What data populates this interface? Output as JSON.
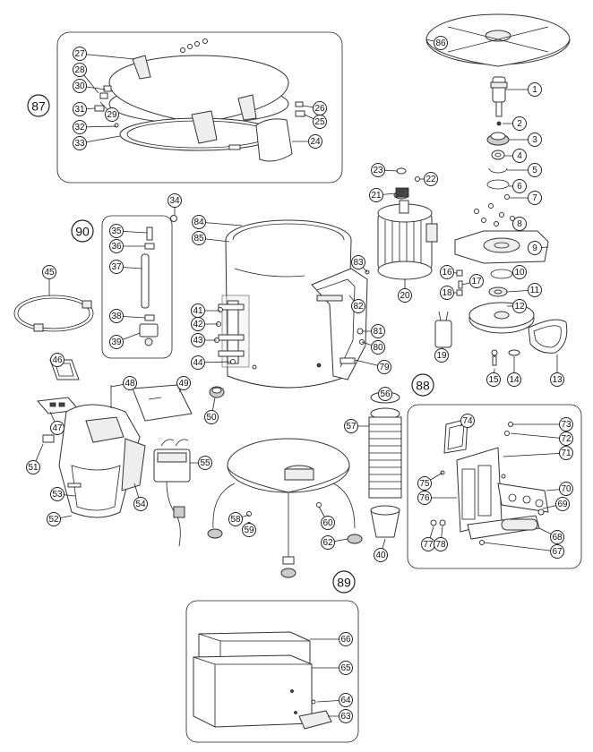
{
  "groups": [
    {
      "id": "87"
    },
    {
      "id": "88"
    },
    {
      "id": "89"
    },
    {
      "id": "90"
    }
  ],
  "parts": [
    "1",
    "2",
    "3",
    "4",
    "5",
    "6",
    "7",
    "8",
    "9",
    "10",
    "11",
    "12",
    "13",
    "14",
    "15",
    "16",
    "17",
    "18",
    "19",
    "20",
    "21",
    "22",
    "23",
    "24",
    "25",
    "26",
    "27",
    "28",
    "29",
    "30",
    "31",
    "32",
    "33",
    "34",
    "35",
    "36",
    "37",
    "38",
    "39",
    "40",
    "41",
    "42",
    "43",
    "44",
    "45",
    "46",
    "47",
    "48",
    "49",
    "50",
    "51",
    "52",
    "53",
    "54",
    "55",
    "56",
    "57",
    "58",
    "59",
    "60",
    "62",
    "63",
    "64",
    "65",
    "66",
    "67",
    "68",
    "69",
    "70",
    "71",
    "72",
    "73",
    "74",
    "75",
    "76",
    "77",
    "78",
    "79",
    "80",
    "81",
    "82",
    "83",
    "84",
    "85",
    "86"
  ]
}
